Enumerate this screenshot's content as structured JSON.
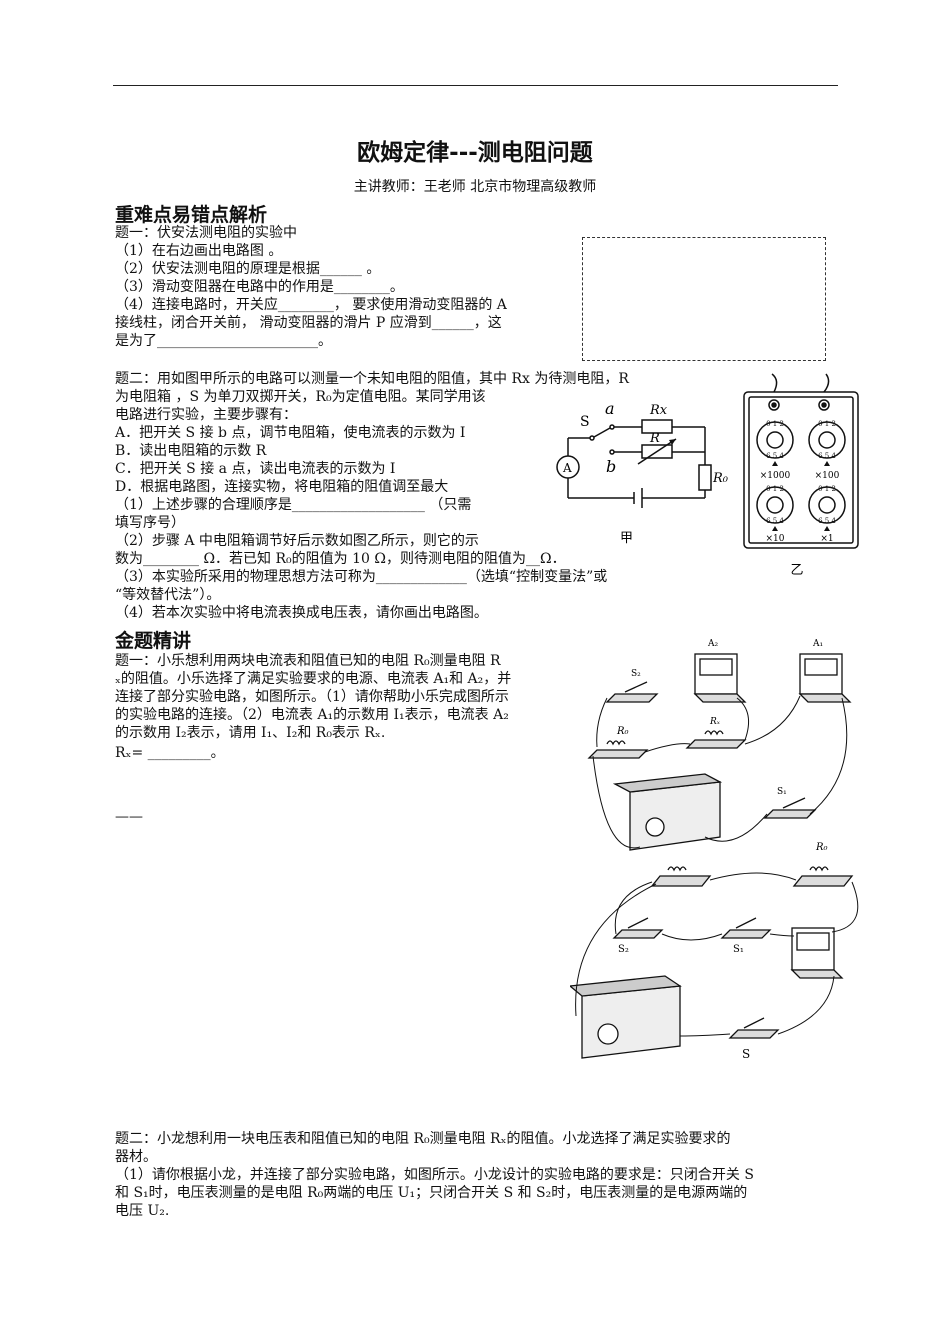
{
  "header": {
    "title": "欧姆定律---测电阻问题",
    "teacher": "主讲教师：王老师  北京市物理高级教师"
  },
  "section1": {
    "heading": "重难点易错点解析",
    "q1_lines": [
      "题一：伏安法测电阻的实验中",
      "（1）在右边画出电路图 。",
      "（2）伏安法测电阻的原理是根据______ 。",
      "（3）滑动变阻器在电路中的作用是________。",
      "（4）连接电路时，开关应________，  要求使用滑动变阻器的 A",
      "接线柱，闭合开关前，  滑动变阻器的滑片 P 应滑到______，这",
      "是为了_______________________。"
    ],
    "q2_lines": [
      "题二：用如图甲所示的电路可以测量一个未知电阻的阻值，其中 Rx 为待测电阻，R",
      "为电阻箱 ，S 为单刀双掷开关，R₀为定值电阻。某同学用该",
      "电路进行实验，主要步骤有：",
      "A．把开关 S 接 b 点，调节电阻箱，使电流表的示数为 I",
      "B．读出电阻箱的示数 R",
      "C．把开关 S 接 a 点，读出电流表的示数为 I",
      "D．根据电路图，连接实物，将电阻箱的阻值调至最大",
      "（1）上述步骤的合理顺序是___________________  （只需",
      "填写序号）",
      "（2）步骤 A 中电阻箱调节好后示数如图乙所示，则它的示",
      "数为________ Ω．若已知 R₀的阻值为 10 Ω，则待测电阻的阻值为__Ω．",
      "（3）本实验所采用的物理思想方法可称为_____________（选填“控制变量法”或",
      "“等效替代法”）。",
      "（4）若本次实验中将电流表换成电压表，请你画出电路图。"
    ],
    "fig_jia": {
      "caption": "甲",
      "labels": {
        "s": "S",
        "a": "a",
        "b": "b",
        "rx": "Rx",
        "r": "R",
        "r0": "R₀",
        "ammeter": "A"
      }
    },
    "fig_yi": {
      "caption": "乙",
      "dial_labels": [
        "×1000",
        "×100",
        "×10",
        "×1"
      ]
    }
  },
  "section2": {
    "heading": "金题精讲",
    "q1_lines": [
      "题一：小乐想利用两块电流表和阻值已知的电阻 R₀测量电阻 R",
      "ₓ的阻值。小乐选择了满足实验要求的电源、电流表 A₁和 A₂，并",
      "连接了部分实验电路，如图所示。（1）请你帮助小乐完成图所示",
      "的实验电路的连接。（2）电流表 A₁的示数用 I₁表示，电流表 A₂",
      "的示数用 I₂表示，请用 I₁、I₂和 R₀表示 Rₓ.",
      "Rₓ= _________。"
    ],
    "dash_mark": "——",
    "fig1_labels": {
      "a2": "A₂",
      "a1": "A₁",
      "s2": "S₂",
      "s1": "S₁",
      "r0": "R₀",
      "rx": "Rₓ"
    },
    "fig2_labels": {
      "r0": "R₀",
      "s2": "S₂",
      "s1": "S₁",
      "s": "S"
    },
    "q2_lines": [
      "题二：小龙想利用一块电压表和阻值已知的电阻 R₀测量电阻 Rₓ的阻值。小龙选择了满足实验要求的",
      "器材。",
      "（1）请你根据小龙，并连接了部分实验电路，如图所示。小龙设计的实验电路的要求是：只闭合开关 S",
      "和 S₁时，电压表测量的是电阻 R₀两端的电压 U₁；只闭合开关 S 和 S₂时，电压表测量的是电源两端的",
      "电压 U₂."
    ]
  }
}
